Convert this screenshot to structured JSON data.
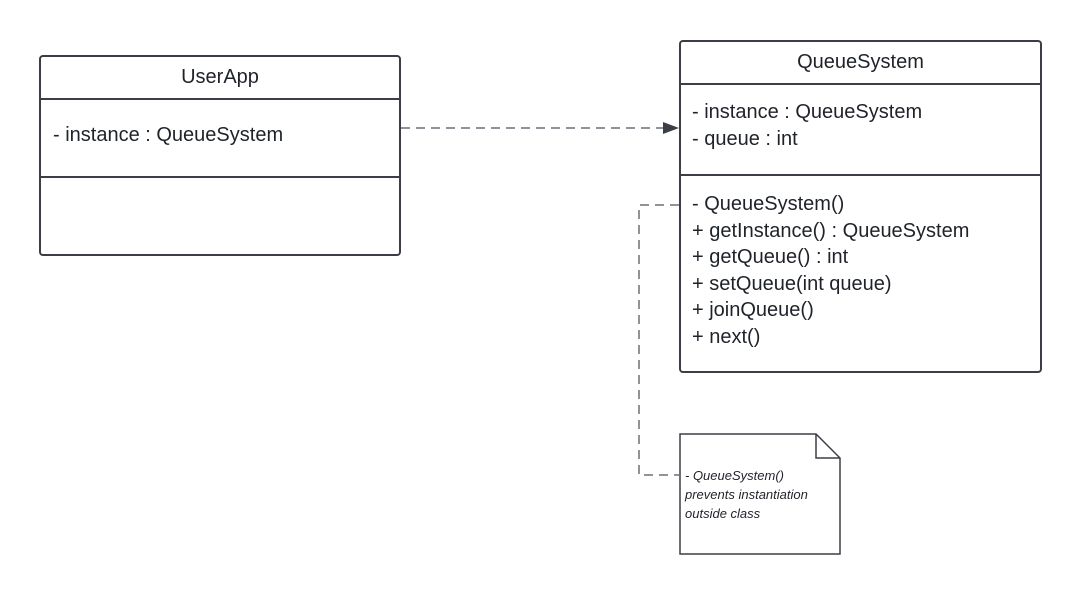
{
  "classes": {
    "userapp": {
      "name": "UserApp",
      "attributes": [
        "- instance : QueueSystem"
      ],
      "operations": []
    },
    "queuesystem": {
      "name": "QueueSystem",
      "attributes": [
        "- instance : QueueSystem",
        "- queue : int"
      ],
      "operations": [
        "- QueueSystem()",
        "+ getInstance() : QueueSystem",
        "+ getQueue() : int",
        "+ setQueue(int queue)",
        "+ joinQueue()",
        "+ next()"
      ]
    }
  },
  "note": {
    "lines": [
      "- QueueSystem()",
      "prevents instantiation",
      "outside class"
    ]
  },
  "colors": {
    "line": "#3b3f45",
    "dashed_line": "#6b7078",
    "text": "#1f2329"
  }
}
